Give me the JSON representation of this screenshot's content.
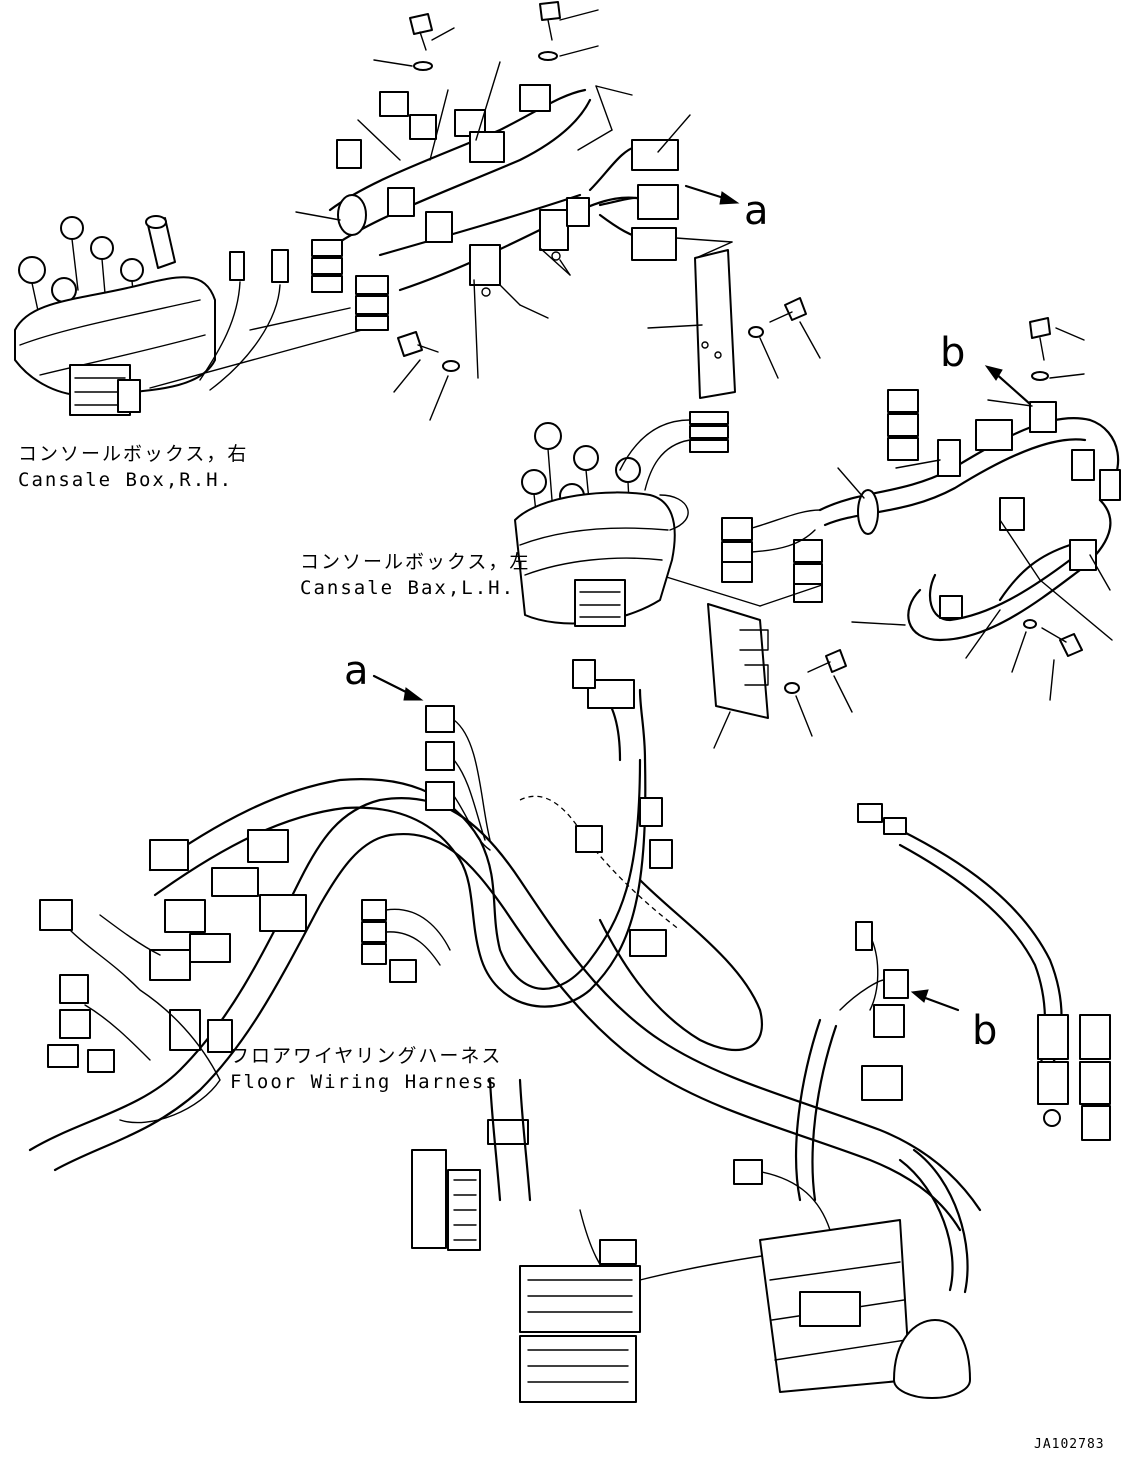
{
  "labels": {
    "console_rh_jp": "コンソールボックス，右",
    "console_rh_en": "Cansale Box,R.H.",
    "console_lh_jp": "コンソールボックス，左",
    "console_lh_en": "Cansale Bax,L.H.",
    "floor_harness_jp": "フロアワイヤリングハーネス",
    "floor_harness_en": "Floor Wiring Harness",
    "drawing_code": "JA102783"
  },
  "references": {
    "a_top": "a",
    "b_top": "b",
    "a_bottom": "a",
    "b_bottom": "b"
  }
}
